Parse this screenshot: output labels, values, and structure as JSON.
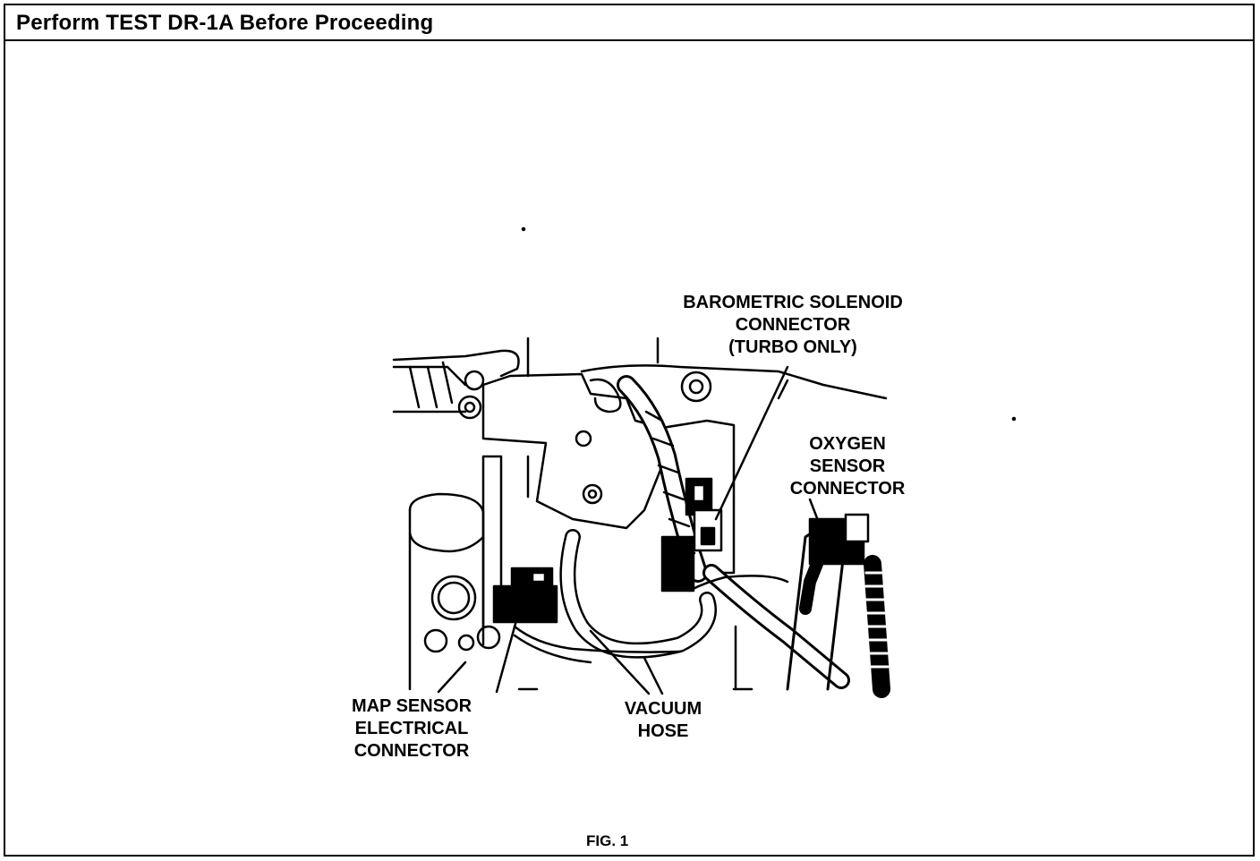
{
  "header": {
    "title": "Perform TEST DR-1A Before Proceeding"
  },
  "callouts": {
    "barometric": {
      "lines": [
        "BAROMETRIC SOLENOID",
        "CONNECTOR",
        "(TURBO ONLY)"
      ]
    },
    "oxygen": {
      "lines": [
        "OXYGEN",
        "SENSOR",
        "CONNECTOR"
      ]
    },
    "map_sensor": {
      "lines": [
        "MAP SENSOR",
        "ELECTRICAL",
        "CONNECTOR"
      ]
    },
    "vacuum_hose": {
      "lines": [
        "VACUUM",
        "HOSE"
      ]
    }
  },
  "figure": {
    "caption": "FIG. 1"
  }
}
